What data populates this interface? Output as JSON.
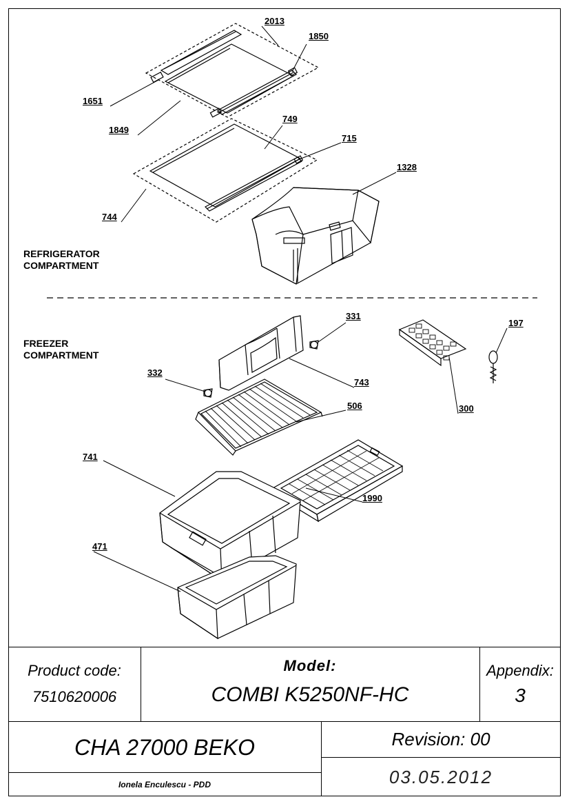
{
  "sections": {
    "refrigerator_line1": "REFRIGERATOR",
    "refrigerator_line2": "COMPARTMENT",
    "freezer_line1": "FREEZER",
    "freezer_line2": "COMPARTMENT"
  },
  "parts": {
    "p2013": "2013",
    "p1850": "1850",
    "p1651": "1651",
    "p1849": "1849",
    "p749": "749",
    "p715": "715",
    "p1328": "1328",
    "p744": "744",
    "p331": "331",
    "p197": "197",
    "p332": "332",
    "p743": "743",
    "p300": "300",
    "p506": "506",
    "p741": "741",
    "p1990": "1990",
    "p471": "471"
  },
  "title_block": {
    "product_code_label": "Product code:",
    "product_code_value": "7510620006",
    "model_label": "Model:",
    "model_value": "COMBI K5250NF-HC",
    "appendix_label": "Appendix:",
    "appendix_value": "3",
    "catalog": "CHA 27000 BEKO",
    "revision": "Revision: 00",
    "author": "Ionela Enculescu - PDD",
    "date": "03.05.2012"
  }
}
